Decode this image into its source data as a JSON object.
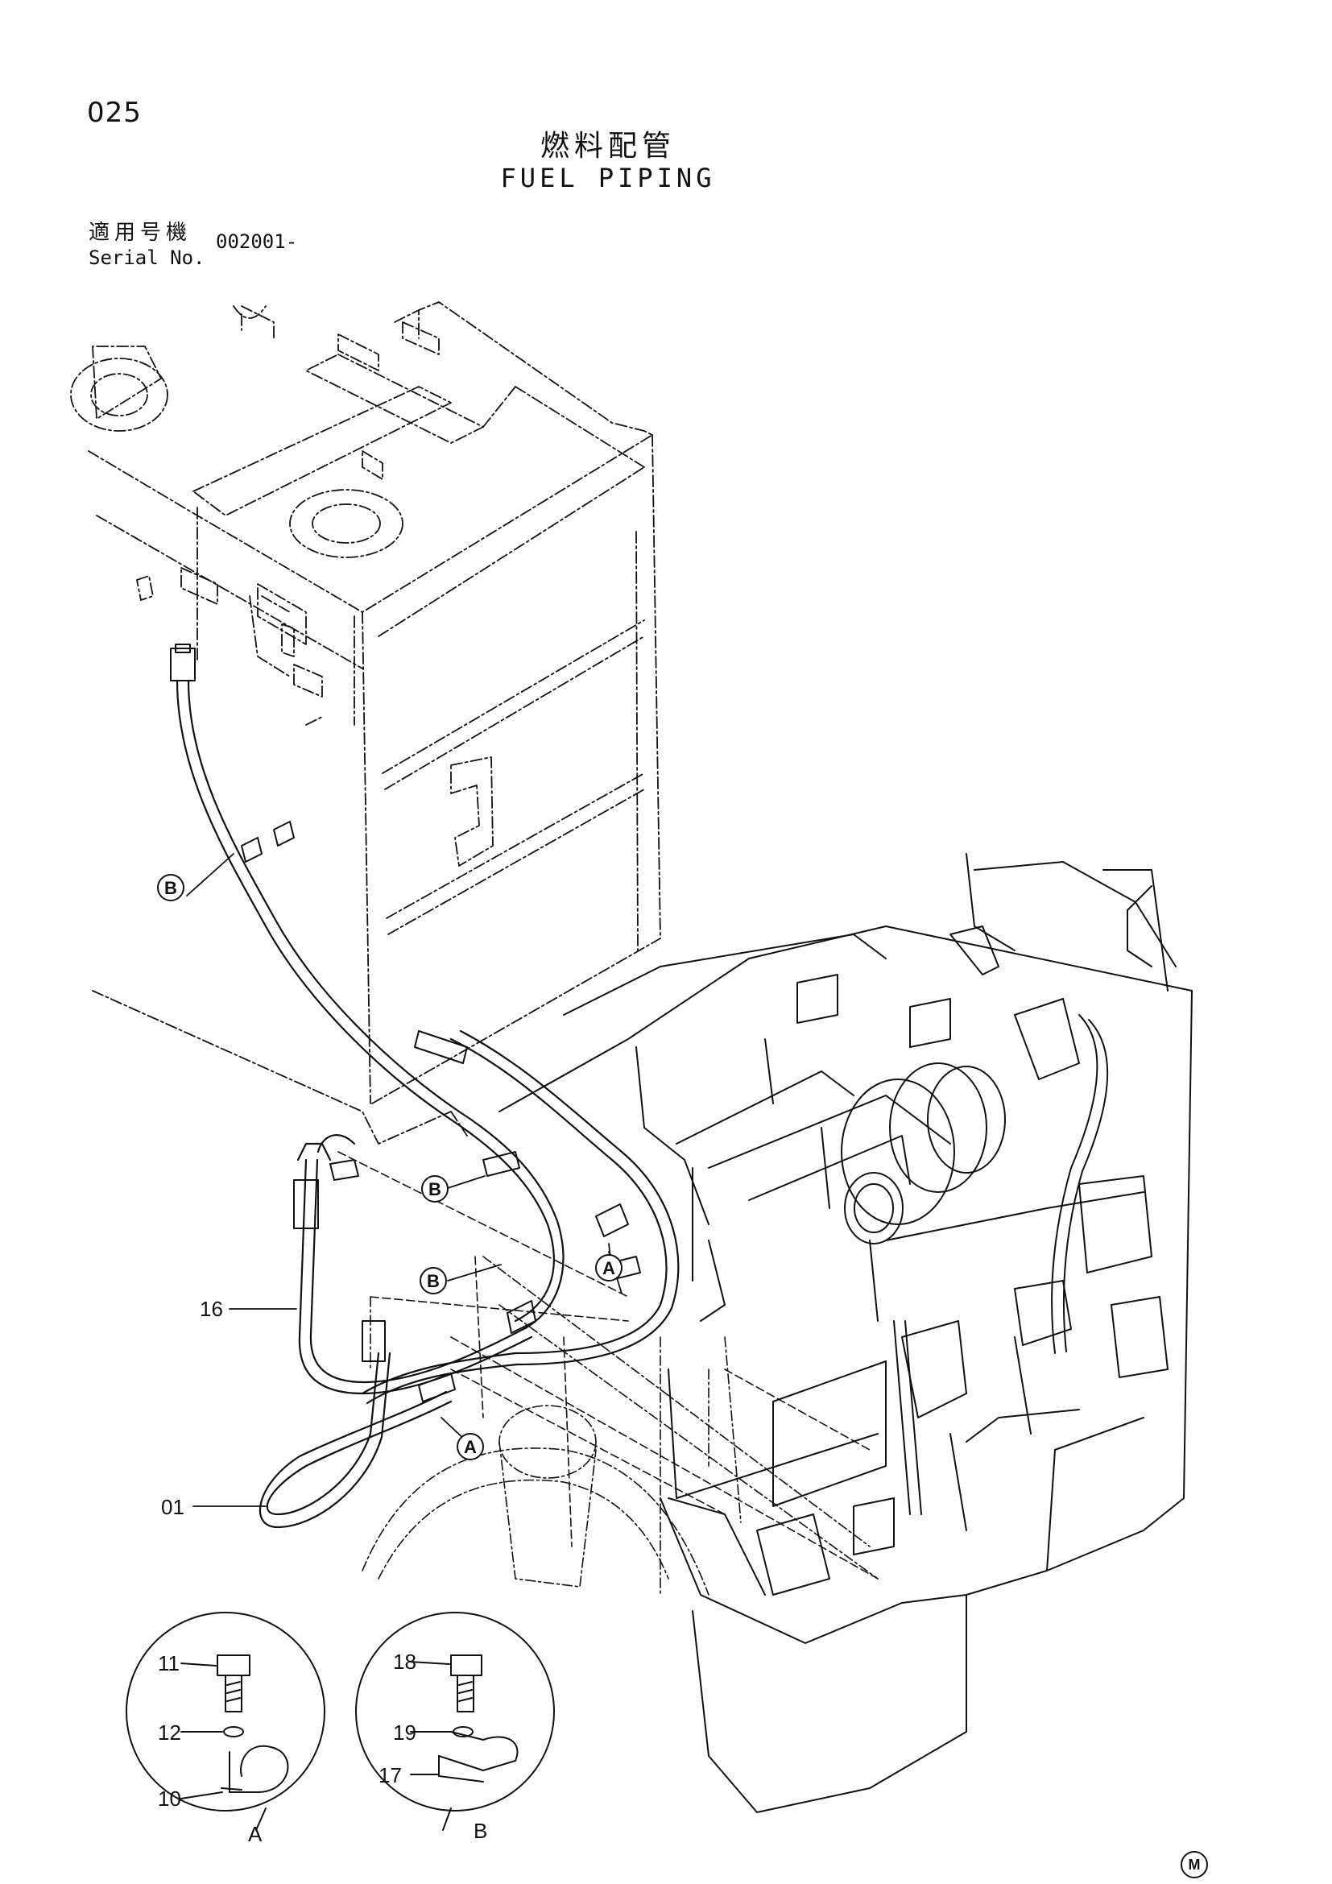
{
  "page": {
    "number": "025",
    "title_jp": "燃料配管",
    "title_en": "FUEL PIPING"
  },
  "serial": {
    "label_jp": "適用号機",
    "label_en": "Serial No.",
    "value": "002001-"
  },
  "callouts": {
    "part_16": "16",
    "part_01": "01",
    "part_11": "11",
    "part_12": "12",
    "part_10": "10",
    "part_18": "18",
    "part_19": "19",
    "part_17": "17"
  },
  "clamp_markers": {
    "b": "B",
    "a": "A"
  },
  "detail_views": {
    "a_label": "A",
    "b_label": "B"
  },
  "corner_mark": "M"
}
